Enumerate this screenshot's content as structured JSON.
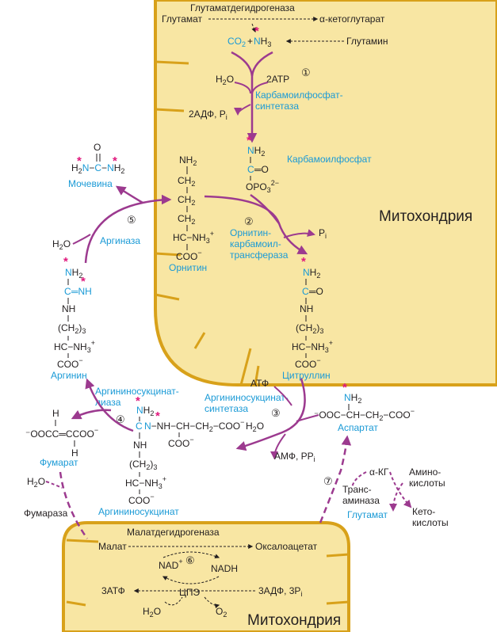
{
  "colors": {
    "mito_fill": "#f8e6a3",
    "mito_stroke": "#d8a11a",
    "arrow_main": "#9c3a8f",
    "text_blue": "#1a9ad6",
    "star": "#e0197d"
  },
  "labels": {
    "mito_top": "Митохондрия",
    "mito_bottom": "Митохондрия",
    "gdh": "Глутаматдегидрогеназа",
    "glutamate": "Глутамат",
    "akg": "α-кетоглутарат",
    "co2": "CO",
    "co2_sub": "2",
    "plus": "+",
    "nh3_n": "N",
    "nh3_h": "H",
    "nh3_sub": "3",
    "glutamine": "Глутамин",
    "step1": "①",
    "h2o": "H",
    "atp2": "2ATP",
    "adp2": "2АДФ, P",
    "pi_sub": "i",
    "cps1": "Карбамоилфосфат-",
    "cps2": "синтетаза",
    "carbamoylphosphate": "Карбамоилфосфат",
    "cp_nh2": "NH",
    "cp_c": "C",
    "cp_o": "═O",
    "cp_opo3": "OPO",
    "cp_charge": "2−",
    "urea": "Мочевина",
    "urea_o": "O",
    "urea_formula_c": "C",
    "arginase": "Аргиназа",
    "step5": "⑤",
    "ornithine": "Орнитин",
    "step2": "②",
    "otc1": "Орнитин-",
    "otc2": "карбамоил-",
    "otc3": "трансфераза",
    "pi": "P",
    "citrulline": "Цитруллин",
    "arginine": "Аргинин",
    "ch2": "CH",
    "hc": "HC",
    "nh3plus": "NH",
    "coo": "COO",
    "nh": "NH",
    "ch2_3": "(CH",
    "nh_eq": "═NH",
    "ass1": "Аргининосукцинат-",
    "ass2": "синтетаза",
    "atf": "АТФ",
    "step3": "③",
    "amf": "АМФ, PP",
    "aspartate": "Аспартат",
    "asp_formula": "⁻OOC−CH−CH",
    "asp_tail": "−COO",
    "asl1": "Аргининосукцинат-",
    "asl2": "лиаза",
    "step4": "④",
    "fumarate": "Фумарат",
    "fum_formula": "⁻OOCC═CCOO",
    "fum_h": "H",
    "argininosuccinate": "Аргининосукцинат",
    "as_chain": "−NH−CH−CH",
    "as_tail": "−COO",
    "fumarase": "Фумараза",
    "step7": "⑦",
    "akg_short": "α-КГ",
    "trans1": "Транс-",
    "trans2": "аминаза",
    "glutamate2": "Глутамат",
    "amino1": "Амино-",
    "amino2": "кислоты",
    "keto1": "Кето-",
    "keto2": "кислоты",
    "malate": "Малат",
    "mdh": "Малатдегидрогеназа",
    "oxaloacetate": "Оксалоацетат",
    "nad": "NAD",
    "nadh": "NADH",
    "step6": "⑥",
    "atp3": "3АТФ",
    "etc": "ЦПЭ",
    "adp3": "3АДФ, 3P",
    "o2": "O",
    "minus": "−",
    "plus_sup": "+",
    "star_sym": "*",
    "sub2": "2",
    "sub3": "3"
  }
}
